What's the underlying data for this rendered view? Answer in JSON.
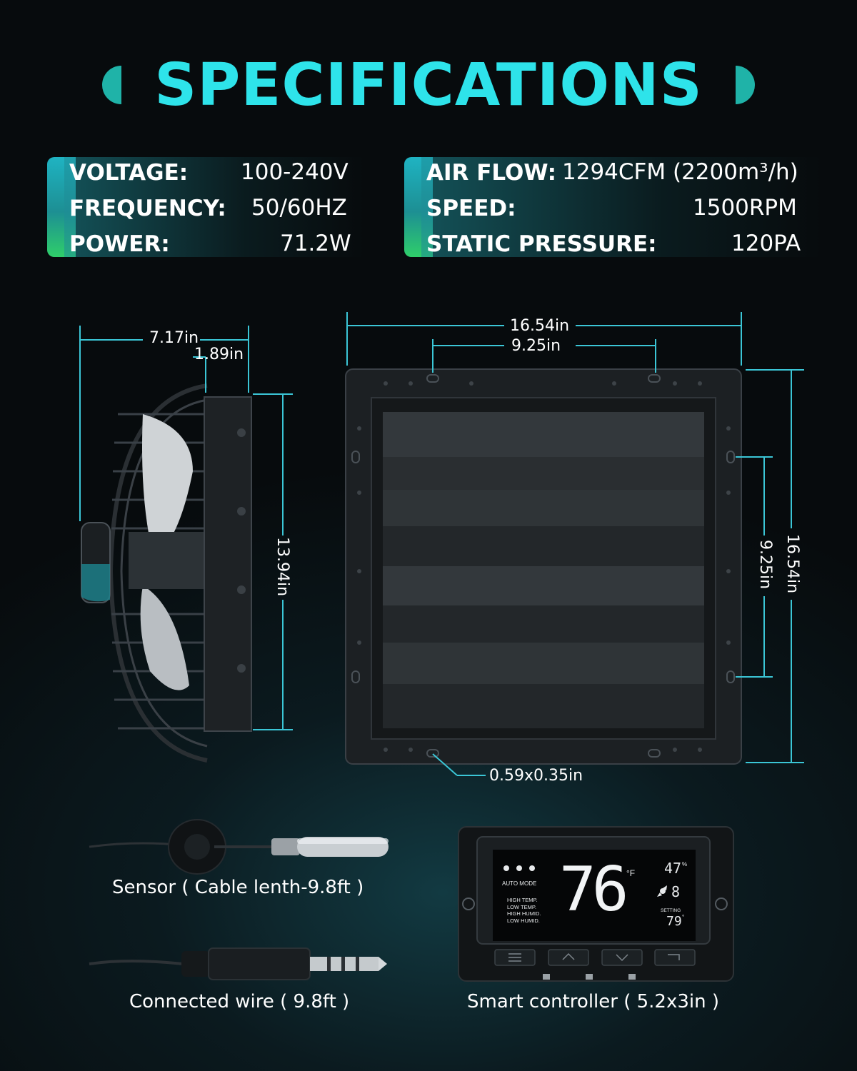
{
  "title": "SPECIFICATIONS",
  "specs_left": [
    {
      "label": "VOLTAGE:",
      "value": "100-240V"
    },
    {
      "label": "FREQUENCY:",
      "value": "50/60HZ"
    },
    {
      "label": "POWER:",
      "value": "71.2W"
    }
  ],
  "specs_right": [
    {
      "label": "AIR FLOW:",
      "value": "1294CFM (2200m³/h)"
    },
    {
      "label": "SPEED:",
      "value": "1500RPM"
    },
    {
      "label": "STATIC PRESSURE:",
      "value": "120PA"
    }
  ],
  "side_view": {
    "depth": "7.17in",
    "flange_depth": "1.89in",
    "height": "13.94in",
    "image": "fan-side-view-icon"
  },
  "front_view": {
    "width": "16.54in",
    "hole_spacing_top": "9.25in",
    "height": "16.54in",
    "hole_spacing_side": "9.25in",
    "slot_size": "0.59x0.35in",
    "image": "louvered-shutter-front-icon"
  },
  "accessories": {
    "sensor_caption": "Sensor ( Cable lenth-9.8ft )",
    "wire_caption": "Connected wire ( 9.8ft )",
    "controller_caption": "Smart controller ( 5.2x3in )"
  },
  "controller_display": {
    "temperature": "76",
    "temp_unit": "°F",
    "humidity": "47",
    "humidity_unit": "%",
    "fan_speed": "8",
    "mode": "AUTO MODE",
    "alerts": [
      "HIGH TEMP.",
      "LOW TEMP.",
      "HIGH HUMID.",
      "LOW HUMID."
    ],
    "setting_label": "SETTING",
    "setting_value": "79",
    "setting_unit": "°"
  },
  "colors": {
    "accent": "#2ee3ea",
    "dimension_line": "#3bc6d6",
    "background": "#070b0d"
  }
}
